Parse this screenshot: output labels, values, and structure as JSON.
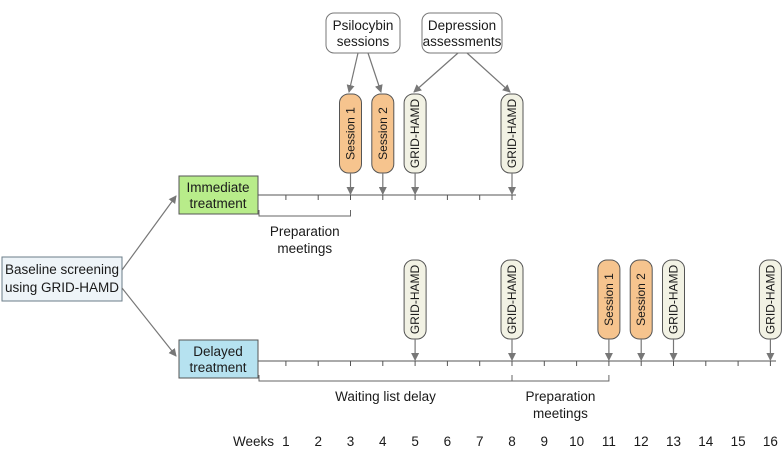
{
  "baseline": {
    "line1": "Baseline screening",
    "line2": "using GRID-HAMD"
  },
  "immediate": {
    "line1": "Immediate",
    "line2": "treatment"
  },
  "delayed": {
    "line1": "Delayed",
    "line2": "treatment"
  },
  "callouts": {
    "psilocybin": {
      "line1": "Psilocybin",
      "line2": "sessions"
    },
    "depression": {
      "line1": "Depression",
      "line2": "assessments"
    }
  },
  "weeks": {
    "label": "Weeks",
    "ticks": [
      "1",
      "2",
      "3",
      "4",
      "5",
      "6",
      "7",
      "8",
      "9",
      "10",
      "11",
      "12",
      "13",
      "14",
      "15",
      "16"
    ]
  },
  "immediate_markers": [
    {
      "kind": "session",
      "week": 3,
      "text": "Session 1"
    },
    {
      "kind": "session",
      "week": 4,
      "text": "Session 2"
    },
    {
      "kind": "assessment",
      "week": 5,
      "text": "GRID-HAMD"
    },
    {
      "kind": "assessment",
      "week": 8,
      "text": "GRID-HAMD"
    }
  ],
  "delayed_markers": [
    {
      "kind": "assessment",
      "week": 5,
      "text": "GRID-HAMD"
    },
    {
      "kind": "assessment",
      "week": 8,
      "text": "GRID-HAMD"
    },
    {
      "kind": "session",
      "week": 11,
      "text": "Session 1"
    },
    {
      "kind": "session",
      "week": 12,
      "text": "Session 2"
    },
    {
      "kind": "assessment",
      "week": 13,
      "text": "GRID-HAMD"
    },
    {
      "kind": "assessment",
      "week": 16,
      "text": "GRID-HAMD"
    }
  ],
  "immediate_bracket": {
    "from_week": 0,
    "to_week": 3,
    "line1": "Preparation",
    "line2": "meetings"
  },
  "delayed_brackets": [
    {
      "from_week": 0,
      "to_week": 8,
      "line1": "Waiting list delay"
    },
    {
      "from_week": 8,
      "to_week": 11,
      "line1": "Preparation",
      "line2": "meetings"
    }
  ],
  "colors": {
    "session_fill": "#f6c48e",
    "assessment_fill": "#f2f2e4",
    "immediate_fill": "#b8ec8a",
    "delayed_fill": "#b6e2f0",
    "baseline_fill": "#eef4f8",
    "border": "#555555",
    "arrow": "#777777"
  }
}
